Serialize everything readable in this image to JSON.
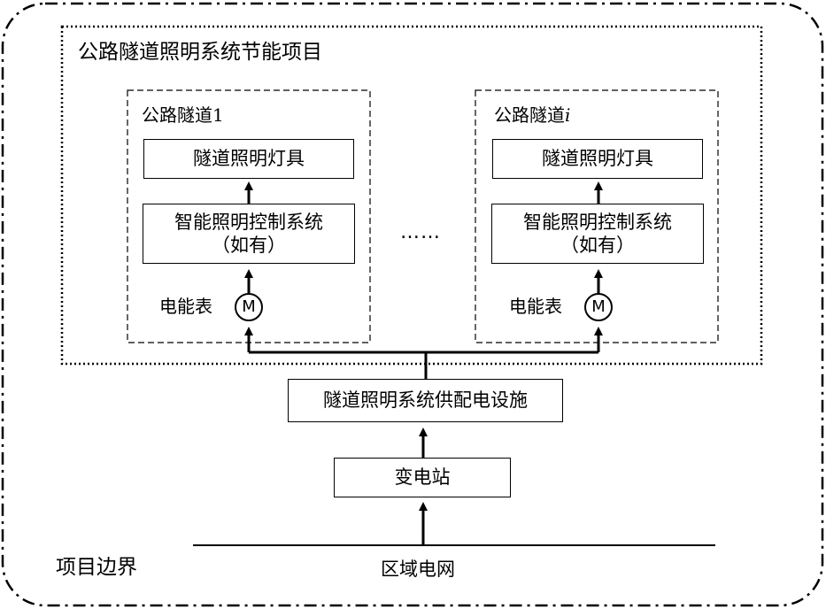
{
  "project_boundary": {
    "label": "项目边界"
  },
  "project": {
    "title": "公路隧道照明系统节能项目"
  },
  "tunnels": [
    {
      "name_prefix": "公路隧道",
      "name_suffix": "1",
      "lights_label": "隧道照明灯具",
      "control_label_line1": "智能照明控制系统",
      "control_label_line2": "（如有）",
      "meter_label": "电能表",
      "meter_symbol": "M"
    },
    {
      "name_prefix": "公路隧道",
      "name_suffix": "i",
      "lights_label": "隧道照明灯具",
      "control_label_line1": "智能照明控制系统",
      "control_label_line2": "（如有）",
      "meter_label": "电能表",
      "meter_symbol": "M"
    }
  ],
  "ellipsis": "……",
  "power_facility": {
    "label": "隧道照明系统供配电设施"
  },
  "substation": {
    "label": "变电站"
  },
  "grid": {
    "label": "区域电网"
  }
}
